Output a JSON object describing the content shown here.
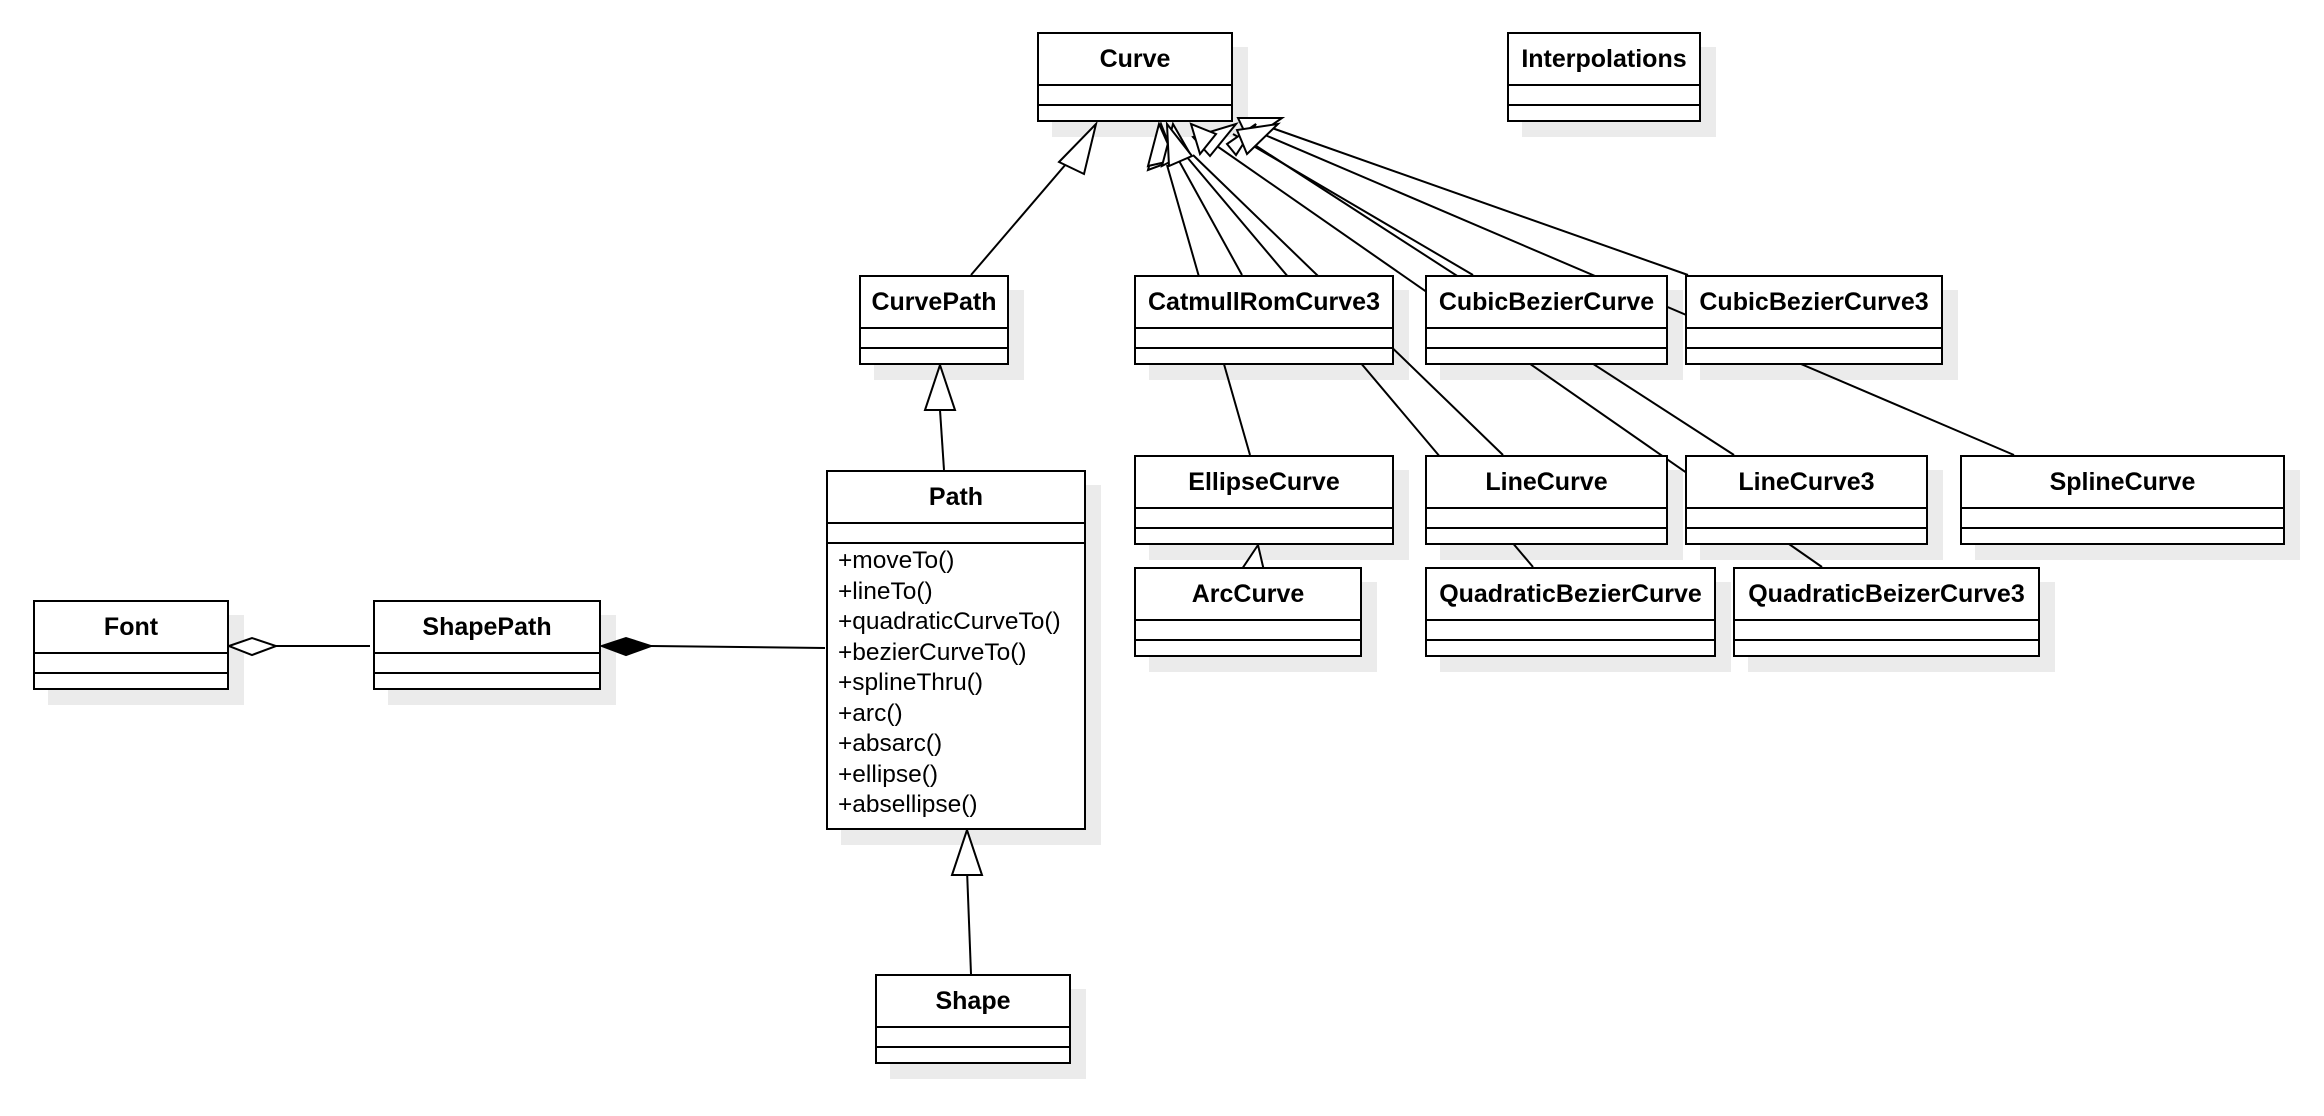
{
  "diagram": {
    "classes": {
      "curve": {
        "name": "Curve"
      },
      "interpolations": {
        "name": "Interpolations"
      },
      "curvepath": {
        "name": "CurvePath"
      },
      "catmullrom": {
        "name": "CatmullRomCurve3"
      },
      "cubicbezier": {
        "name": "CubicBezierCurve"
      },
      "cubicbezier3": {
        "name": "CubicBezierCurve3"
      },
      "path": {
        "name": "Path",
        "operations": [
          "+moveTo()",
          "+lineTo()",
          "+quadraticCurveTo()",
          "+bezierCurveTo()",
          "+splineThru()",
          "+arc()",
          "+absarc()",
          "+ellipse()",
          "+absellipse()"
        ]
      },
      "ellipsecurve": {
        "name": "EllipseCurve"
      },
      "linecurve": {
        "name": "LineCurve"
      },
      "linecurve3": {
        "name": "LineCurve3"
      },
      "splinecurve": {
        "name": "SplineCurve"
      },
      "arccurve": {
        "name": "ArcCurve"
      },
      "quadbezier": {
        "name": "QuadraticBezierCurve"
      },
      "quadbeizer3": {
        "name": "QuadraticBeizerCurve3"
      },
      "font": {
        "name": "Font"
      },
      "shapepath": {
        "name": "ShapePath"
      },
      "shape": {
        "name": "Shape"
      }
    },
    "relations": [
      {
        "kind": "generalization",
        "from": "curvepath",
        "to": "curve"
      },
      {
        "kind": "generalization",
        "from": "catmullrom",
        "to": "curve"
      },
      {
        "kind": "generalization",
        "from": "cubicbezier",
        "to": "curve"
      },
      {
        "kind": "generalization",
        "from": "cubicbezier3",
        "to": "curve"
      },
      {
        "kind": "generalization",
        "from": "ellipsecurve",
        "to": "curve"
      },
      {
        "kind": "generalization",
        "from": "linecurve",
        "to": "curve"
      },
      {
        "kind": "generalization",
        "from": "linecurve3",
        "to": "curve"
      },
      {
        "kind": "generalization",
        "from": "splinecurve",
        "to": "curve"
      },
      {
        "kind": "generalization",
        "from": "quadbezier",
        "to": "curve"
      },
      {
        "kind": "generalization",
        "from": "quadbeizer3",
        "to": "curve"
      },
      {
        "kind": "generalization",
        "from": "path",
        "to": "curvepath"
      },
      {
        "kind": "generalization",
        "from": "shape",
        "to": "path"
      },
      {
        "kind": "generalization",
        "from": "arccurve",
        "to": "ellipsecurve"
      },
      {
        "kind": "aggregation",
        "from": "shapepath",
        "to": "font"
      },
      {
        "kind": "composition",
        "from": "path",
        "to": "shapepath"
      }
    ]
  }
}
